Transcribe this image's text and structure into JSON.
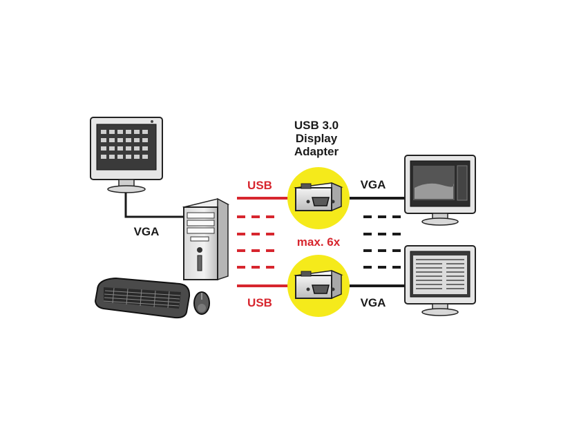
{
  "title": {
    "line1": "USB 3.0",
    "line2": "Display",
    "line3": "Adapter"
  },
  "labels": {
    "pc_vga": "VGA",
    "usb_top": "USB",
    "usb_bottom": "USB",
    "vga_top": "VGA",
    "vga_bottom": "VGA",
    "max": "max. 6x"
  },
  "colors": {
    "usb_line": "#d7262e",
    "vga_line": "#1a1a1a",
    "adapter_circle": "#f5ea1b",
    "title_text": "#1a1a1a"
  },
  "icons": {
    "pc_monitor": "monitor-icon",
    "pc_tower": "pc-tower-icon",
    "keyboard": "keyboard-icon",
    "mouse": "mouse-icon",
    "adapter": "vga-adapter-icon",
    "monitor_top": "monitor-icon",
    "monitor_bottom": "monitor-icon"
  }
}
